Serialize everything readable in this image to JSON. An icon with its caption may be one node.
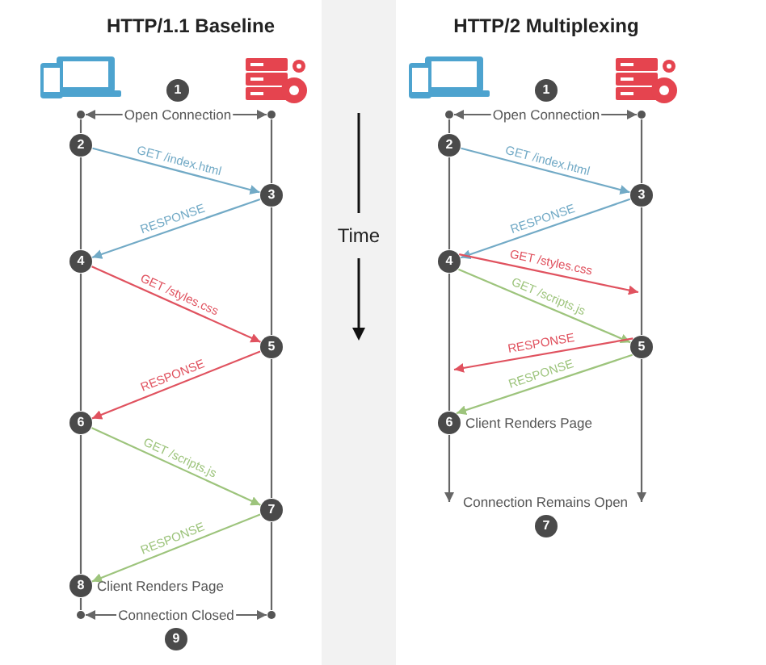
{
  "diagram": {
    "nodes": [
      {
        "text": [
          "1"
        ]
      },
      {
        "text": [
          "Open Connection"
        ]
      },
      {
        "text": [],
        "shape": "circle"
      },
      {
        "text": [],
        "shape": "circle"
      },
      {
        "text": [
          "2"
        ]
      },
      {
        "text": [
          "3"
        ]
      },
      {
        "text": [
          "4"
        ]
      },
      {
        "text": [
          "5"
        ]
      },
      {
        "text": [
          "6"
        ]
      },
      {
        "text": [
          "7"
        ]
      },
      {
        "text": [
          "8"
        ],
        "beside": [
          "Client Renders Page"
        ]
      },
      {
        "text": [],
        "shape": "circle"
      },
      {
        "text": [
          "Connection Closed"
        ]
      },
      {
        "text": [],
        "shape": "circle"
      },
      {
        "text": [
          "9"
        ]
      },
      {
        "text": [
          "1"
        ]
      },
      {
        "text": [
          "Open Connection"
        ]
      },
      {
        "text": [],
        "shape": "circle"
      },
      {
        "text": [],
        "shape": "circle"
      },
      {
        "text": [
          "2"
        ]
      },
      {
        "text": [
          "3"
        ]
      },
      {
        "text": [
          "4"
        ]
      },
      {
        "text": [
          "5"
        ]
      },
      {
        "text": [
          "6"
        ],
        "beside": [
          "Client Renders Page"
        ]
      },
      {
        "text": [
          "Connection Remains Open"
        ]
      },
      {
        "text": [
          "7"
        ]
      }
    ],
    "edges": [
      {
        "from": 1,
        "to": 2,
        "arrow": "to"
      },
      {
        "from": 1,
        "to": 3,
        "arrow": "to"
      },
      {
        "from": 2,
        "to": 4,
        "arrow": "none"
      },
      {
        "from": 4,
        "to": 6,
        "arrow": "none"
      },
      {
        "from": 6,
        "to": 8,
        "arrow": "none"
      },
      {
        "from": 8,
        "to": 10,
        "arrow": "none"
      },
      {
        "from": 10,
        "to": 11,
        "arrow": "none"
      },
      {
        "from": 3,
        "to": 5,
        "arrow": "none"
      },
      {
        "from": 5,
        "to": 7,
        "arrow": "none"
      },
      {
        "from": 7,
        "to": 9,
        "arrow": "none"
      },
      {
        "from": 9,
        "to": 13,
        "arrow": "none"
      },
      {
        "from": 4,
        "to": 5,
        "arrow": "to",
        "label": "GET /index.html",
        "color": "#72aac6"
      },
      {
        "from": 5,
        "to": 6,
        "arrow": "to",
        "label": "RESPONSE",
        "color": "#72aac6"
      },
      {
        "from": 6,
        "to": 7,
        "arrow": "to",
        "label": "GET /styles.css",
        "color": "#e0525f"
      },
      {
        "from": 7,
        "to": 8,
        "arrow": "to",
        "label": "RESPONSE",
        "color": "#e0525f"
      },
      {
        "from": 8,
        "to": 9,
        "arrow": "to",
        "label": "GET /scripts.js",
        "color": "#9dc47c"
      },
      {
        "from": 9,
        "to": 10,
        "arrow": "to",
        "label": "RESPONSE",
        "color": "#9dc47c"
      },
      {
        "from": 12,
        "to": 11,
        "arrow": "to"
      },
      {
        "from": 12,
        "to": 13,
        "arrow": "to"
      },
      {
        "from": 16,
        "to": 17,
        "arrow": "to"
      },
      {
        "from": 16,
        "to": 18,
        "arrow": "to"
      },
      {
        "from": 17,
        "to": 19,
        "arrow": "none"
      },
      {
        "from": 19,
        "to": 21,
        "arrow": "none"
      },
      {
        "from": 21,
        "to": 23,
        "arrow": "none"
      },
      {
        "from": 23,
        "to": 24,
        "arrow": "to"
      },
      {
        "from": 18,
        "to": 20,
        "arrow": "none"
      },
      {
        "from": 20,
        "to": 22,
        "arrow": "none"
      },
      {
        "from": 22,
        "to": 24,
        "arrow": "to"
      },
      {
        "from": 19,
        "to": 20,
        "arrow": "to",
        "label": "GET /index.html",
        "color": "#72aac6"
      },
      {
        "from": 20,
        "to": 21,
        "arrow": "to",
        "label": "RESPONSE",
        "color": "#72aac6"
      },
      {
        "from": 21,
        "to": null,
        "arrow": "to",
        "label": "GET /styles.css",
        "color": "#e0525f"
      },
      {
        "from": 21,
        "to": 22,
        "arrow": "to",
        "label": "GET /scripts.js",
        "color": "#9dc47c"
      },
      {
        "from": 22,
        "to": null,
        "arrow": "to",
        "label": "RESPONSE",
        "color": "#e0525f"
      },
      {
        "from": 22,
        "to": 23,
        "arrow": "to",
        "label": "RESPONSE",
        "color": "#9dc47c"
      }
    ],
    "labels": [
      "HTTP/1.1 Baseline",
      "HTTP/2 Multiplexing",
      "Time"
    ]
  }
}
